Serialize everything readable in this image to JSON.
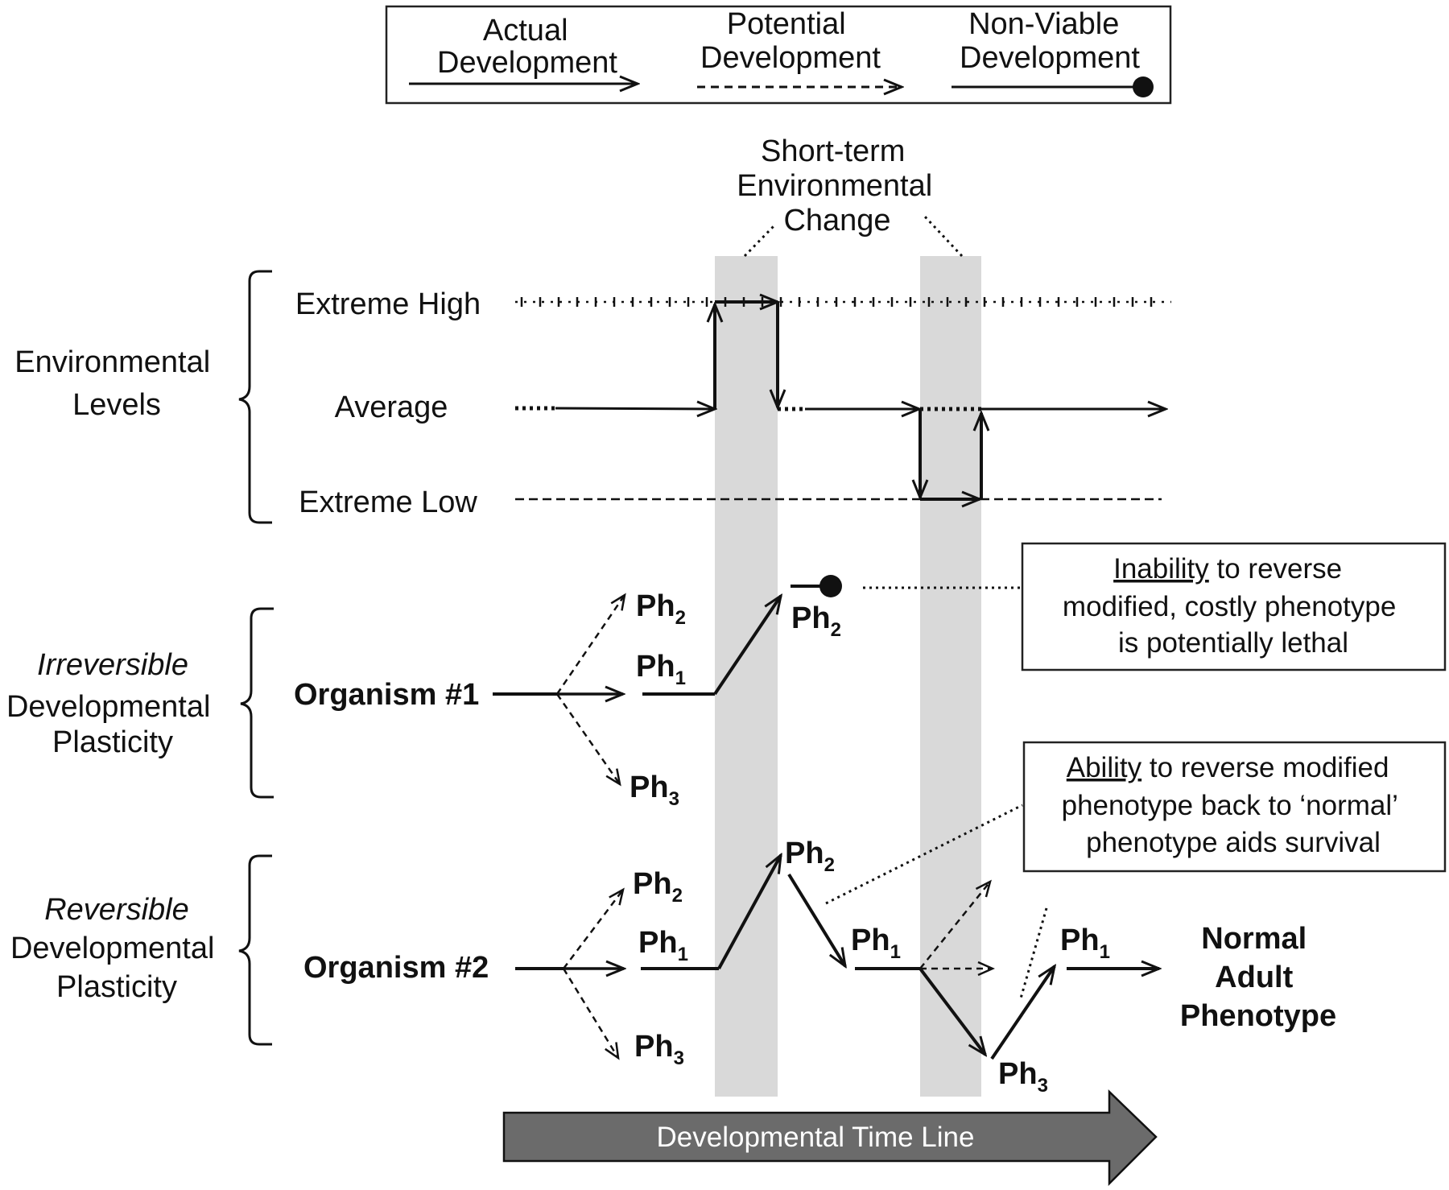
{
  "legend": {
    "actual": [
      "Actual",
      "Development"
    ],
    "potential": [
      "Potential",
      "Development"
    ],
    "nonviable": [
      "Non-Viable",
      "Development"
    ]
  },
  "change_label": [
    "Short-term",
    "Environmental",
    "Change"
  ],
  "env": {
    "group": [
      "Environmental",
      "Levels"
    ],
    "high": "Extreme  High",
    "average": "Average",
    "low": "Extreme  Low"
  },
  "irreversible": {
    "title": "Irreversible",
    "lines": [
      "Developmental",
      "Plasticity"
    ],
    "organism": "Organism #1"
  },
  "reversible": {
    "title": "Reversible",
    "lines": [
      "Developmental",
      "Plasticity"
    ],
    "organism": "Organism #2"
  },
  "ph": {
    "base": "Ph",
    "s1": "1",
    "s2": "2",
    "s3": "3"
  },
  "callout1": {
    "underlined": "Inability",
    "rest": " to reverse",
    "lines": [
      "modified, costly phenotype",
      "is potentially lethal"
    ]
  },
  "callout2": {
    "underlined": "Ability",
    "rest": " to reverse modified",
    "lines": [
      "phenotype back to ‘normal’",
      "phenotype aids survival"
    ]
  },
  "normal_adult": [
    "Normal",
    "Adult",
    "Phenotype"
  ],
  "timeline": "Developmental Time Line",
  "colors": {
    "band": "#d9d9d9",
    "timeline": "#6b6b6b",
    "ink": "#111111"
  }
}
